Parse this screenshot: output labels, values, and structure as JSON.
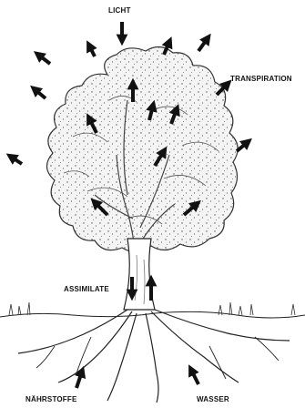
{
  "labels": {
    "light": "LICHT",
    "transpiration": "TRANSPIRATION",
    "assimilates": "ASSIMILATE",
    "nutrients": "NÄHRSTOFFE",
    "water": "WASSER"
  },
  "colors": {
    "ink": "#111111",
    "paper": "#ffffff",
    "soil_line": "#222222"
  },
  "icons": [
    "arrow-icon"
  ]
}
